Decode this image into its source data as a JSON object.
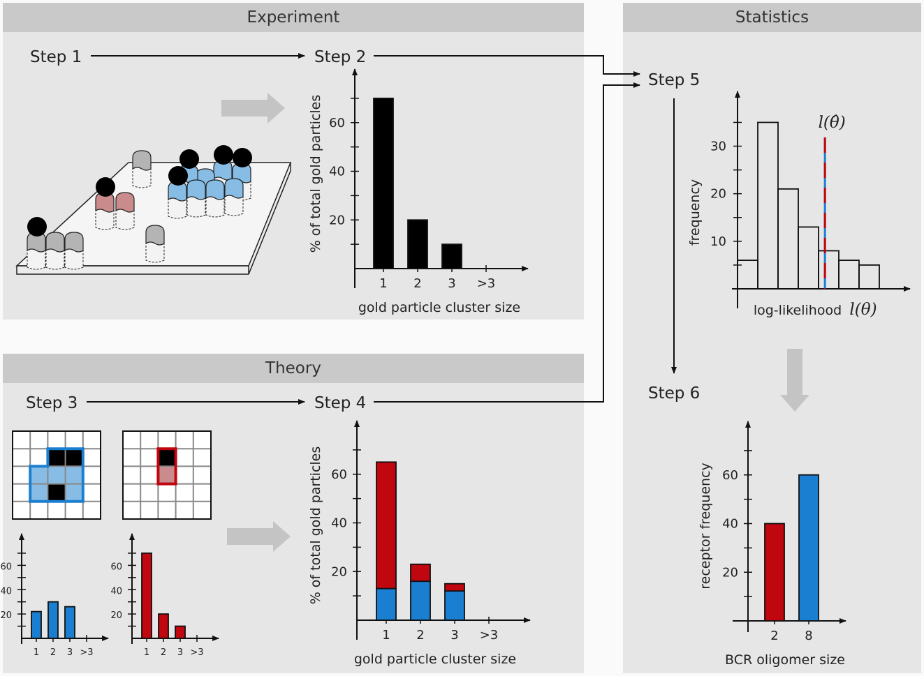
{
  "panels": {
    "experiment": "Experiment",
    "theory": "Theory",
    "statistics": "Statistics"
  },
  "steps": {
    "step1": "Step 1",
    "step2": "Step 2",
    "step3": "Step 3",
    "step4": "Step 4",
    "step5": "Step 5",
    "step6": "Step 6"
  },
  "colors": {
    "blue": "#1a7fd1",
    "light_blue": "#87bde5",
    "red": "#c0060e",
    "pink": "#c98b8b",
    "gray_receptor": "#b4b4b4",
    "panel_bg": "#e6e6e6",
    "header_bg": "#c9c9c9"
  },
  "likelihood_label": "l(θ̂)",
  "chart_data": [
    {
      "id": "step2-experimental-histogram",
      "type": "bar",
      "categories": [
        "1",
        "2",
        "3",
        ">3"
      ],
      "values": [
        70,
        20,
        10,
        0
      ],
      "ylabel": "% of total gold particles",
      "xlabel": "gold particle cluster size",
      "yticks": [
        20,
        40,
        60
      ],
      "ylim": [
        0,
        78
      ],
      "color": "#000000"
    },
    {
      "id": "step4-theory-stacked",
      "type": "bar",
      "stacked": true,
      "categories": [
        "1",
        "2",
        "3",
        ">3"
      ],
      "series": [
        {
          "values": [
            13,
            16,
            12,
            0
          ],
          "color": "#1a7fd1"
        },
        {
          "values": [
            52,
            7,
            3,
            0
          ],
          "color": "#c0060e"
        }
      ],
      "ylabel": "% of total gold particles",
      "xlabel": "gold particle cluster size",
      "yticks": [
        20,
        40,
        60
      ],
      "ylim": [
        0,
        78
      ]
    },
    {
      "id": "step3-blue-mini",
      "type": "bar",
      "categories": [
        "1",
        "2",
        "3",
        ">3"
      ],
      "values": [
        22,
        30,
        26,
        0
      ],
      "yticks": [
        20,
        40,
        60
      ],
      "ylim": [
        0,
        78
      ],
      "color": "#1a7fd1"
    },
    {
      "id": "step3-red-mini",
      "type": "bar",
      "categories": [
        "1",
        "2",
        "3",
        ">3"
      ],
      "values": [
        70,
        20,
        10,
        0
      ],
      "yticks": [
        20,
        40,
        60
      ],
      "ylim": [
        0,
        78
      ],
      "color": "#c0060e"
    },
    {
      "id": "step5-likelihood-histogram",
      "type": "bar",
      "bins": 8,
      "values": [
        6,
        35,
        21,
        13,
        8,
        6,
        5,
        0
      ],
      "ylabel": "frequency",
      "xlabel": "log-likelihood",
      "xlabel_math": "l(θ)",
      "yticks": [
        10,
        20,
        30
      ],
      "ylim": [
        0,
        38
      ],
      "marker_bin_position": 4.35
    },
    {
      "id": "step6-oligomer-size",
      "type": "bar",
      "categories": [
        "2",
        "8"
      ],
      "values": [
        40,
        60
      ],
      "colors": [
        "#c0060e",
        "#1a7fd1"
      ],
      "ylabel": "receptor frequency",
      "xlabel": "BCR oligomer size",
      "yticks": [
        20,
        40,
        60
      ],
      "ylim": [
        0,
        78
      ]
    }
  ]
}
